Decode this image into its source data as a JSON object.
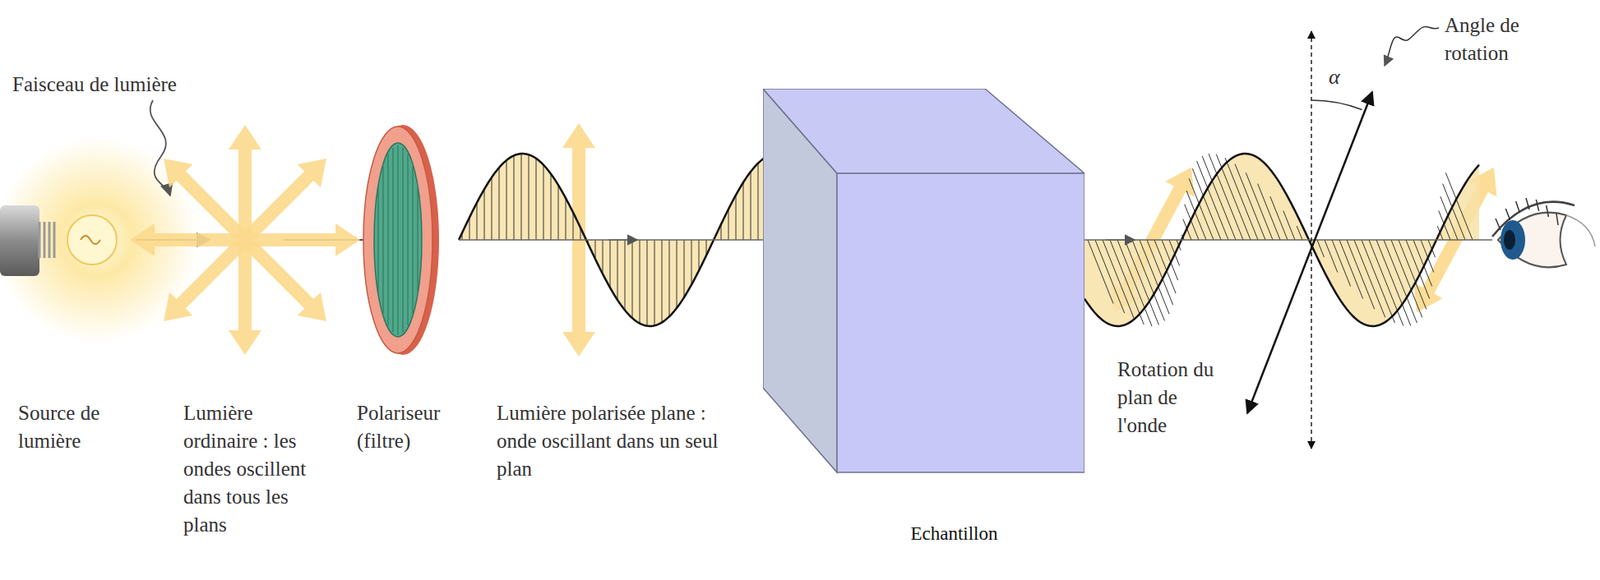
{
  "diagram": {
    "nodes": [
      {
        "text": [
          "Echantillon"
        ]
      }
    ],
    "labels": [
      "Faisceau de lumière",
      "Source de lumière",
      "Lumière ordinaire : les ondes oscillent dans tous les plans",
      "Polariseur (filtre)",
      "Lumière polarisée plane : onde oscillant dans un seul plan",
      "Rotation du plan de l'onde",
      "Angle de rotation",
      "α"
    ]
  }
}
